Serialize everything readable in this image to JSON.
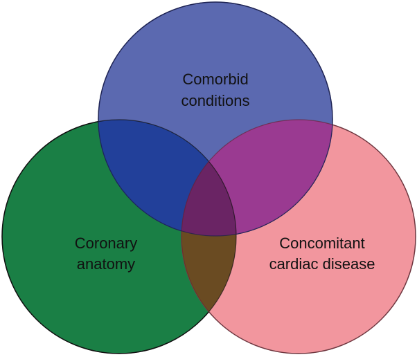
{
  "diagram": {
    "type": "venn",
    "sets": [
      {
        "id": "top",
        "label_lines": [
          "Comorbid",
          "conditions"
        ],
        "color": "#5b69b0"
      },
      {
        "id": "left",
        "label_lines": [
          "Coronary",
          "anatomy"
        ],
        "color": "#1a7f45"
      },
      {
        "id": "right",
        "label_lines": [
          "Concomitant",
          "cardiac disease"
        ],
        "color": "#f2969e"
      }
    ],
    "overlap_colors": {
      "top_left": "#22409a",
      "top_right": "#9a3a91",
      "left_right": "#6a4b22",
      "all": "#6a2464"
    }
  }
}
